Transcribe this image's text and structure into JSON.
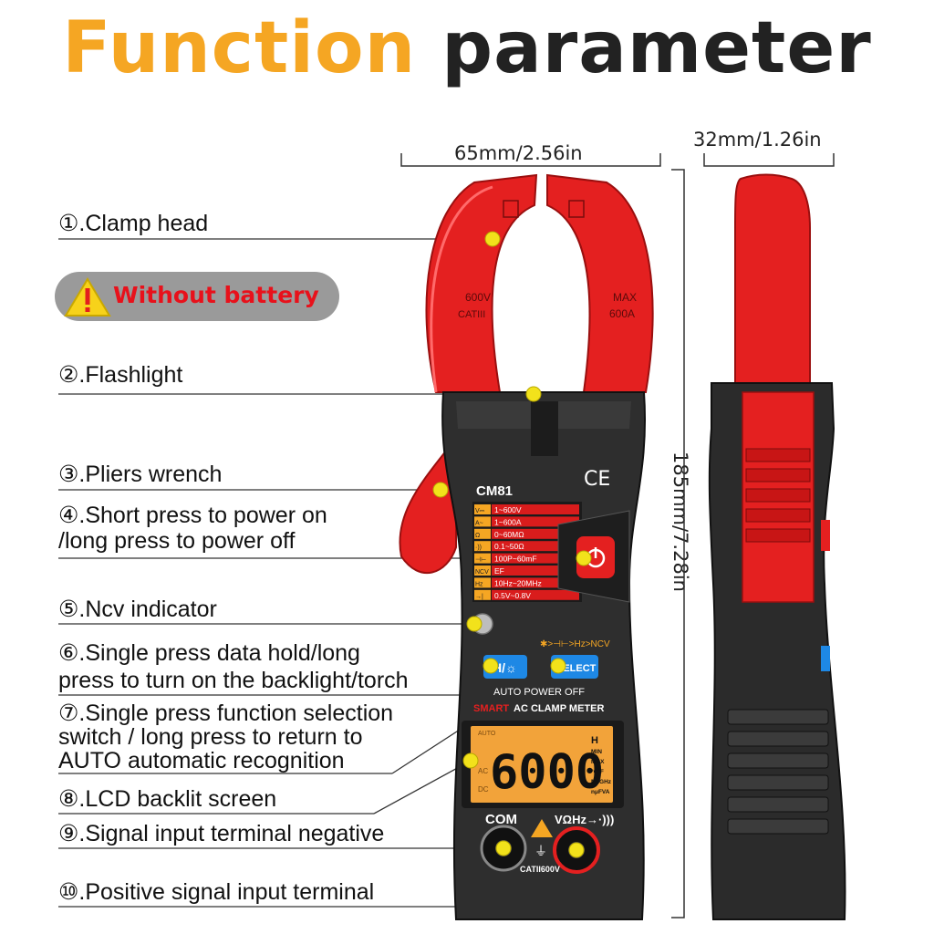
{
  "title": {
    "word1": "Function",
    "word2": "parameter"
  },
  "dimensions": {
    "width": "65mm/2.56in",
    "depth": "32mm/1.26in",
    "height": "185mm/7.28in"
  },
  "warning": {
    "text": "Without battery",
    "icon": "warning-triangle-icon"
  },
  "labels": [
    {
      "text": "①.Clamp head"
    },
    {
      "text": "②.Flashlight"
    },
    {
      "text": "③.Pliers wrench"
    },
    {
      "text": "④.Short press to power on"
    },
    {
      "text": "/long press to power off"
    },
    {
      "text": "⑤.Ncv indicator"
    },
    {
      "text": "⑥.Single press data hold/long"
    },
    {
      "text": "press to turn on the backlight/torch"
    },
    {
      "text": "⑦.Single press function selection"
    },
    {
      "text": "switch / long press to return to"
    },
    {
      "text": "AUTO automatic recognition"
    },
    {
      "text": "⑧.LCD backlit screen"
    },
    {
      "text": "⑨.Signal input terminal negative"
    },
    {
      "text": "⑩.Positive signal input terminal"
    }
  ],
  "device": {
    "model": "CM81",
    "ce": "CE",
    "clamp_left_rating": "600V",
    "clamp_left_cat": "CATIII",
    "clamp_right_max": "MAX",
    "clamp_right_rating": "600A",
    "specs": [
      {
        "sym": "V⎓",
        "range": "1~600V"
      },
      {
        "sym": "A~",
        "range": "1~600A"
      },
      {
        "sym": "Ω",
        "range": "0~60MΩ"
      },
      {
        "sym": "·))",
        "range": "0.1~50Ω"
      },
      {
        "sym": "⊣⊢",
        "range": "100P~60mF"
      },
      {
        "sym": "NCV",
        "range": "EF"
      },
      {
        "sym": "Hz",
        "range": "10Hz~20MHz"
      },
      {
        "sym": "→|",
        "range": "0.5V~0.8V"
      }
    ],
    "mode_text": "✱>⊣⊢>Hz>NCV",
    "hold_button": "H/☼",
    "select_button": "SELECT",
    "auto_power_off": "AUTO POWER OFF",
    "smart": "SMART",
    "meter_name": "AC CLAMP METER",
    "lcd_reading": "6000",
    "lcd_side": [
      "H",
      "MIN",
      "MAX",
      "°C°F",
      "MkGHz",
      "nμFVA"
    ],
    "lcd_left": [
      "AUTO",
      "AC",
      "DC"
    ],
    "com_label": "COM",
    "vohz_label": "VΩHz→·)))",
    "cat_label": "CATII600V"
  },
  "colors": {
    "orange": "#f5a623",
    "red": "#e31e1e",
    "dark": "#2b2b2b",
    "lcd": "#f2a33a",
    "blue": "#1e88e5",
    "marker": "#f2e21b"
  }
}
